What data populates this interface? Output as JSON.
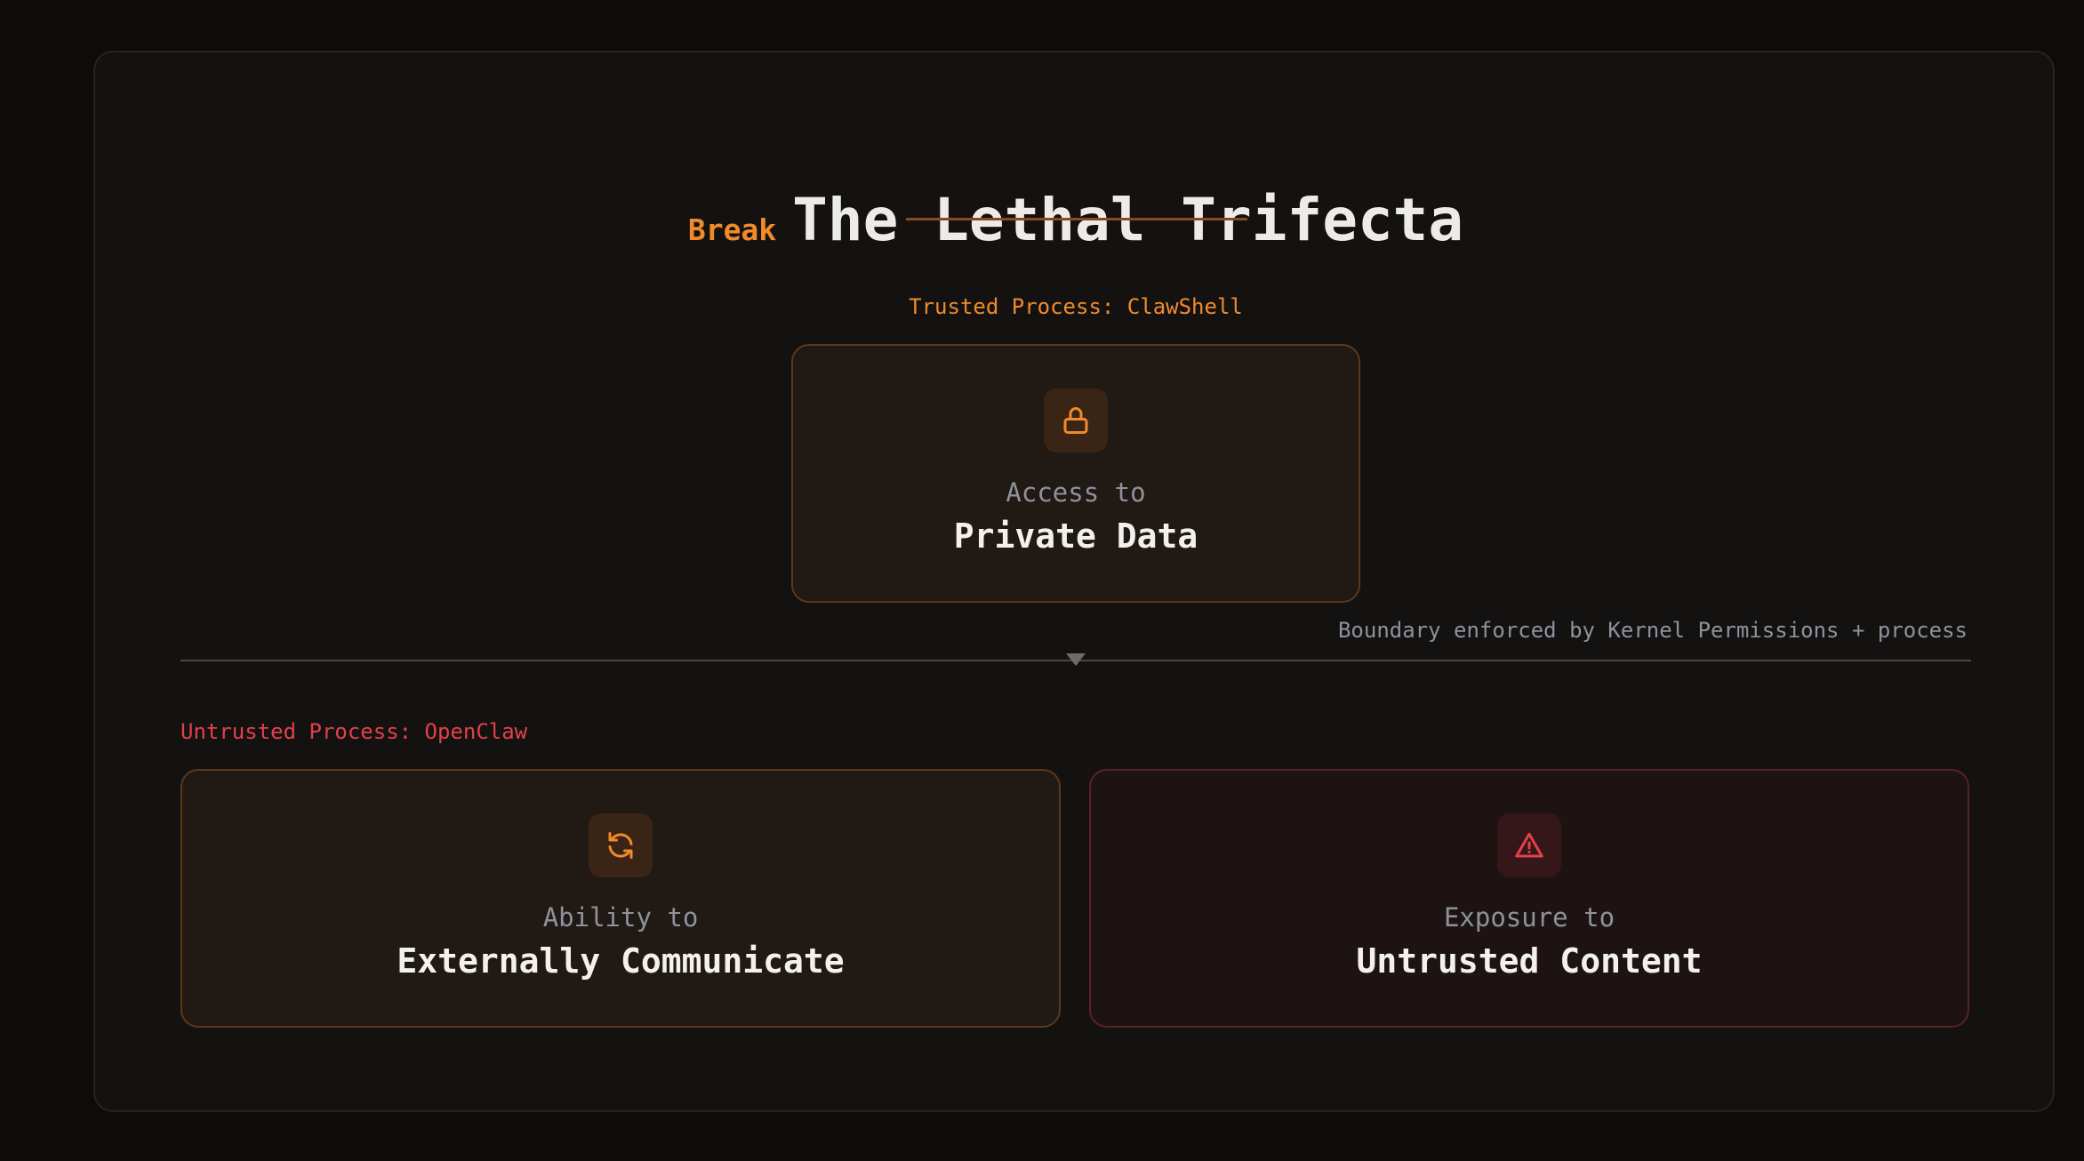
{
  "title": {
    "tag": "Break",
    "main": "The Lethal Trifecta"
  },
  "trusted": {
    "label": "Trusted Process: ClawShell",
    "card": {
      "icon": "lock-icon",
      "sub": "Access to",
      "title": "Private Data"
    }
  },
  "boundary": {
    "text": "Boundary enforced by Kernel Permissions + process"
  },
  "untrusted": {
    "label": "Untrusted Process: OpenClaw",
    "cards": [
      {
        "icon": "refresh-icon",
        "sub": "Ability to",
        "title": "Externally Communicate"
      },
      {
        "icon": "warning-icon",
        "sub": "Exposure to",
        "title": "Untrusted Content"
      }
    ]
  },
  "colors": {
    "accent_orange": "#f08a2a",
    "accent_red": "#e2404a",
    "background": "#141211",
    "muted_text": "#8d929c"
  }
}
